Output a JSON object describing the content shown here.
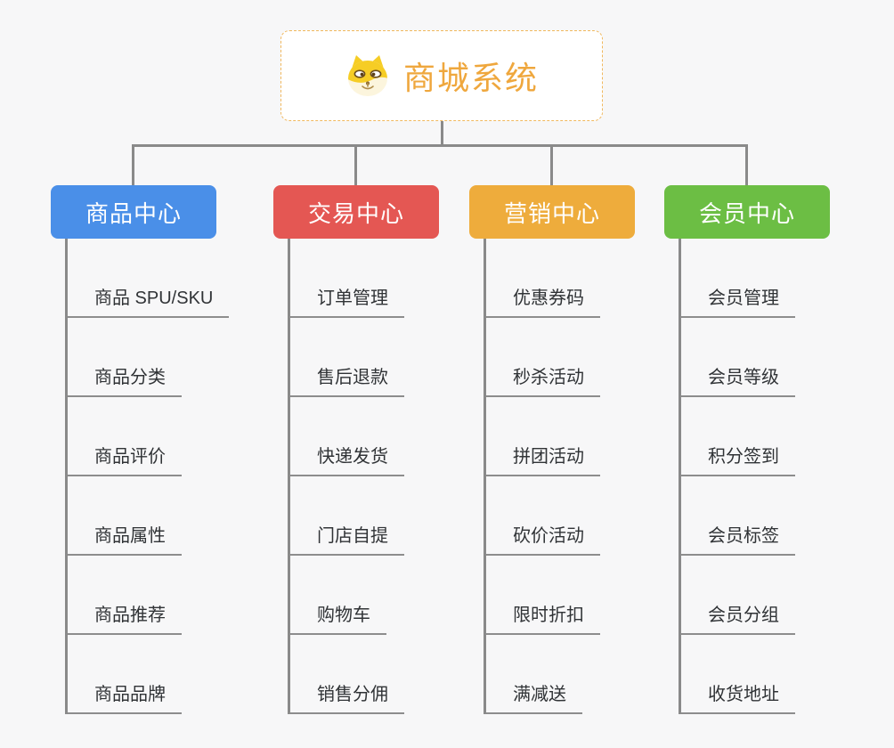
{
  "root": {
    "title": "商城系统",
    "text_color": "#efa73d",
    "border_color": "#f0b85e",
    "icon": "dog-face-icon"
  },
  "connectors": {
    "color": "#8a8a8a",
    "underline_color": "#8d8d8d"
  },
  "branches": [
    {
      "id": "product-center",
      "label": "商品中心",
      "color": "#4a8fe8",
      "items": [
        "商品 SPU/SKU",
        "商品分类",
        "商品评价",
        "商品属性",
        "商品推荐",
        "商品品牌"
      ]
    },
    {
      "id": "trade-center",
      "label": "交易中心",
      "color": "#e45753",
      "items": [
        "订单管理",
        "售后退款",
        "快递发货",
        "门店自提",
        "购物车",
        "销售分佣"
      ]
    },
    {
      "id": "marketing-center",
      "label": "营销中心",
      "color": "#eeac3c",
      "items": [
        "优惠券码",
        "秒杀活动",
        "拼团活动",
        "砍价活动",
        "限时折扣",
        "满减送"
      ]
    },
    {
      "id": "member-center",
      "label": "会员中心",
      "color": "#6cbe44",
      "items": [
        "会员管理",
        "会员等级",
        "积分签到",
        "会员标签",
        "会员分组",
        "收货地址"
      ]
    }
  ]
}
